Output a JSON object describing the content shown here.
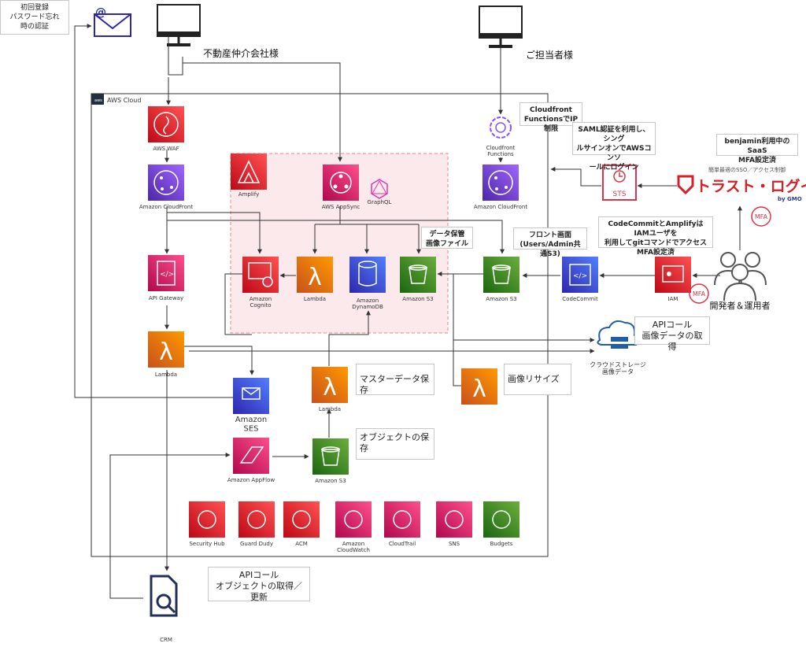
{
  "labels": {
    "initial_auth": "初回登録\nパスワード忘れ\n時の認証",
    "realtor": "不動産仲介会社様",
    "staff": "ご担当者様",
    "aws_cloud": "AWS Cloud",
    "aws_waf": "AWS WAF",
    "cloudfront_left": "Amazon CloudFront",
    "amplify": "Amplify",
    "appsync": "AWS AppSync",
    "graphql": "GraphQL",
    "cf_functions": "Cloudfront\nFunctions",
    "cloudfront_right": "Amazon CloudFront",
    "sts": "STS",
    "api_gateway": "API Gateway",
    "cognito": "Amazon\nCognito",
    "lambda_mid": "Lambda",
    "dynamodb": "Amazon\nDynamoDB",
    "s3_inner": "Amazon S3",
    "s3_front": "Amazon S3",
    "codecommit": "CodeCommit",
    "iam": "IAM",
    "mfa": "MFA",
    "devs": "開発者＆運用者",
    "lambda_left": "Lambda",
    "ses": "Amazon\nSES",
    "lambda_master": "Lambda",
    "cloud_storage": "クラウドストレージ\n画像データ",
    "appflow": "Amazon AppFlow",
    "s3_bottom": "Amazon S3",
    "crm": "CRM",
    "trust_tagline": "簡単最適のSSO／アクセス制御",
    "trust_logo": "トラスト・ログイン",
    "trust_by": "by GMO"
  },
  "monitoring": [
    {
      "name": "Security Hub"
    },
    {
      "name": "Guard Dudy"
    },
    {
      "name": "ACM"
    },
    {
      "name": "Amazon\nCloudWatch"
    },
    {
      "name": "CloudTrail"
    },
    {
      "name": "SNS"
    },
    {
      "name": "Budgets"
    }
  ],
  "callouts": {
    "cf_ip": "Cloudfront\nFunctionsでIP制限",
    "saml": "SAML認証を利用し、シング\nルサインオンでAWSコンソ\nールにログイン",
    "benjamin": "benjamin利用中のSaaS\nMFA設定済",
    "data_store": "データ保管\n画像ファイル",
    "front_screen": "フロント画面\n(Users/Admin共通S3)",
    "codecommit_note": "CodeCommitとAmplifyはIAMユーザを\n利用してgitコマンドでアクセス\nMFA設定済",
    "api_image": "APIコール\n画像データの取得",
    "master_save": "マスターデータ保存",
    "image_resize": "画像リサイズ",
    "object_save": "オブジェクトの保存",
    "api_object": "APIコール\nオブジェクトの取得／更新"
  },
  "colors": {
    "red": "#DD344C",
    "purple": "#8C4FFF",
    "orange": "#ED7100",
    "green": "#3F8624",
    "blue": "#2E27AD",
    "pink": "#E7157B",
    "navy": "#232F5B",
    "trust_red": "#D61F26"
  }
}
